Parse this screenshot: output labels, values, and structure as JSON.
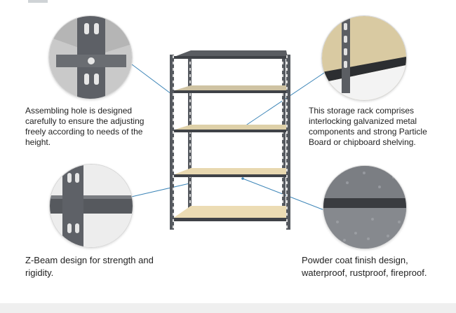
{
  "callouts": {
    "assembling_hole": "Assembling hole is designed carefully to ensure the adjusting freely according to needs of the height.",
    "storage_rack": "This  storage rack comprises interlocking galvanized metal components and strong Particle Board or chipboard shelving.",
    "z_beam": "Z-Beam design for strength and rigidity.",
    "powder_coat": "Powder coat finish design, waterproof, rustproof, fireproof."
  },
  "colors": {
    "frame": "#4a4d52",
    "board": "#e8d8b0",
    "callout_line": "#3e86b8"
  }
}
